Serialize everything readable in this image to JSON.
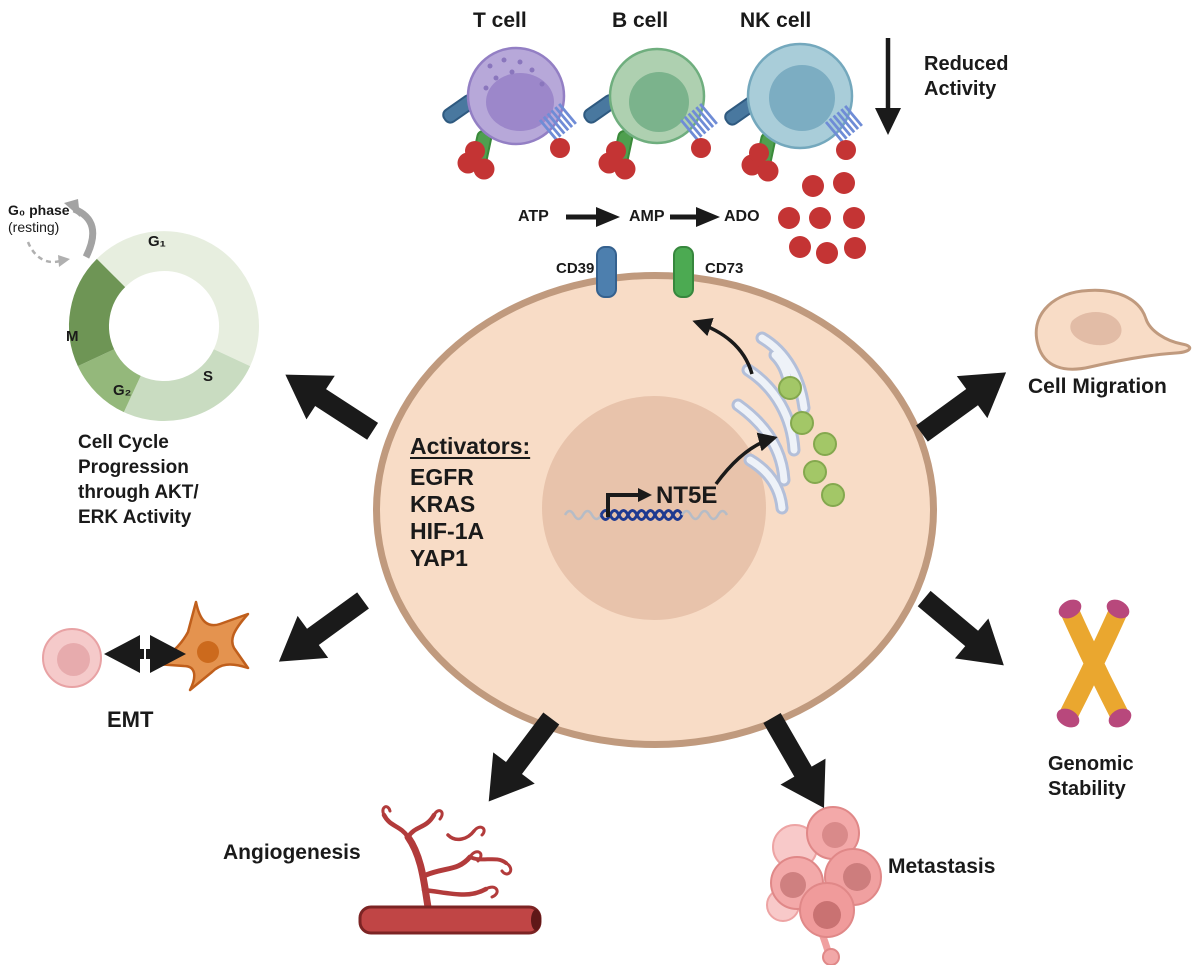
{
  "immune": {
    "t": "T cell",
    "b": "B cell",
    "nk": "NK cell"
  },
  "reduced_activity": "Reduced\nActivity",
  "pathway": {
    "atp": "ATP",
    "amp": "AMP",
    "ado": "ADO",
    "cd39": "CD39",
    "cd73": "CD73"
  },
  "cell": {
    "activators_title": "Activators:",
    "activators": [
      "EGFR",
      "KRAS",
      "HIF-1A",
      "YAP1"
    ],
    "gene": "NT5E"
  },
  "cell_cycle": {
    "g0_title": "G₀ phase",
    "g0_sub": "(resting)",
    "g1": "G₁",
    "s": "S",
    "g2": "G₂",
    "m": "M",
    "caption": "Cell Cycle\nProgression\nthrough AKT/\nERK Activity"
  },
  "outcomes": {
    "cell_migration": "Cell Migration",
    "genomic_stability": "Genomic\nStability",
    "metastasis": "Metastasis",
    "angiogenesis": "Angiogenesis",
    "emt": "EMT"
  },
  "palette": {
    "ink": "#1a1a1a",
    "cell_fill": "#f8dcc6",
    "cell_border": "#c09a7e",
    "nucleus_fill": "#e8c3ab",
    "cd39_fill": "#4d7fae",
    "cd39_border": "#35618e",
    "cd73_fill": "#4caa52",
    "cd73_border": "#37873d",
    "molecule_red": "#c43434",
    "g1": "#e7eedf",
    "s": "#c9dcc1",
    "g2": "#94b87b",
    "m": "#6e9555",
    "gray_arrow": "#a3a3a3"
  }
}
